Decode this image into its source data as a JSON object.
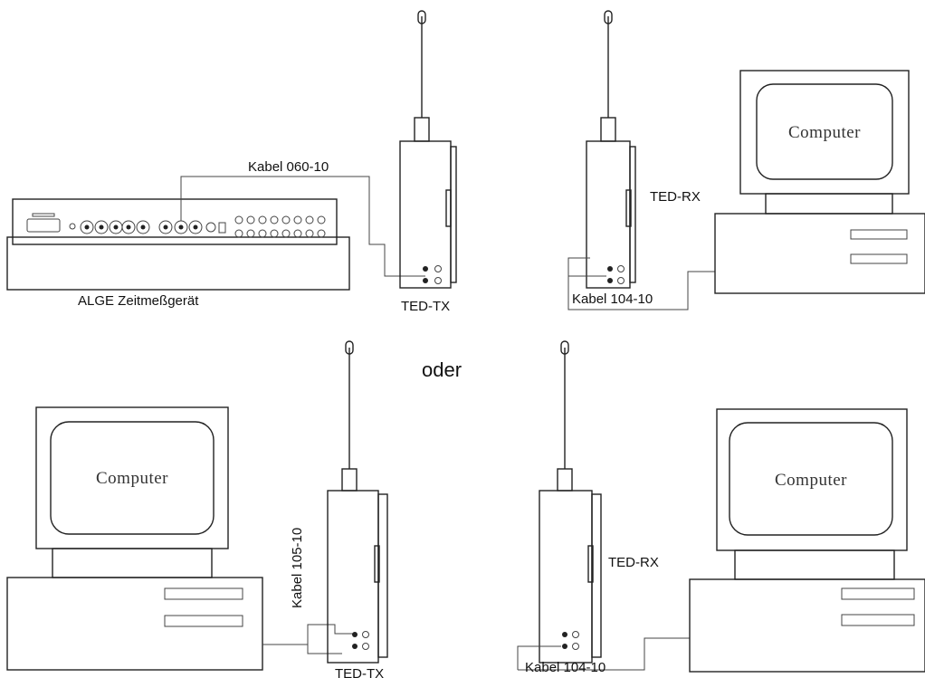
{
  "labels": {
    "top_cable_tx": "Kabel 060-10",
    "top_tx": "TED-TX",
    "top_rx": "TED-RX",
    "top_cable_rx": "Kabel 104-10",
    "timer": "ALGE Zeitmeßgerät",
    "or": "oder",
    "bottom_cable_tx": "Kabel 105-10",
    "bottom_tx": "TED-TX",
    "bottom_rx": "TED-RX",
    "bottom_cable_rx": "Kabel 104-10"
  },
  "computers": {
    "top_right": "Computer",
    "bottom_left": "Computer",
    "bottom_right": "Computer"
  },
  "icons": [
    "antenna-icon",
    "connector-icon",
    "display-slot-icon"
  ]
}
